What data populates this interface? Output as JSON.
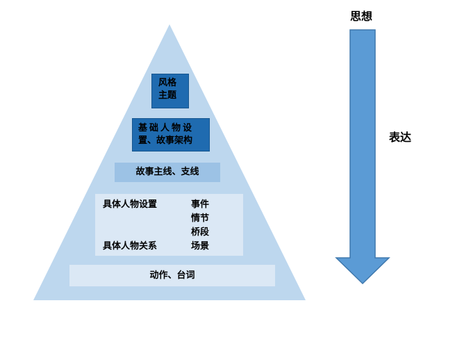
{
  "pyramid": {
    "style_theme": [
      "风格",
      "主题"
    ],
    "base_setting": [
      "基础人物设",
      "置、故事架构"
    ],
    "story_lines": "故事主线、支线",
    "detail": {
      "characters_setting": "具体人物设置",
      "characters_relation": "具体人物关系",
      "items": [
        "事件",
        "情节",
        "桥段",
        "场景"
      ]
    },
    "action_dialogue": "动作、台词"
  },
  "arrow": {
    "top_label": "思想",
    "side_label": "表达"
  },
  "colors": {
    "pyramid_fill": "#bdd7ee",
    "dark_box": "#1f6bb0",
    "mid_box": "#9cc2e5",
    "light_box": "#dbe8f5",
    "arrow_fill": "#5b9bd5",
    "arrow_stroke": "#3f78ad"
  }
}
